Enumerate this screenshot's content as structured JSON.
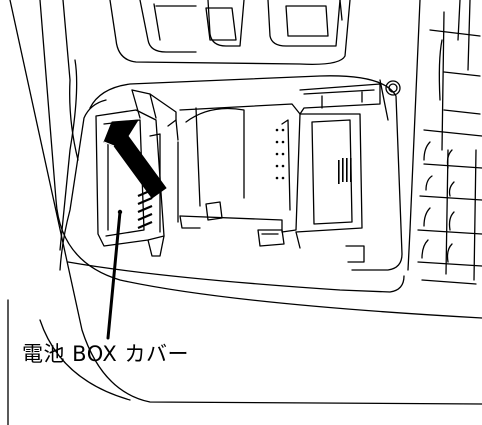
{
  "figure": {
    "callout_label": "電池 BOX カバー",
    "ink_color": "#000000",
    "background_color": "#ffffff",
    "depicts": "cash-register-battery-compartment",
    "arrow_direction": "up-left",
    "callout_target": "battery-box-cover"
  }
}
